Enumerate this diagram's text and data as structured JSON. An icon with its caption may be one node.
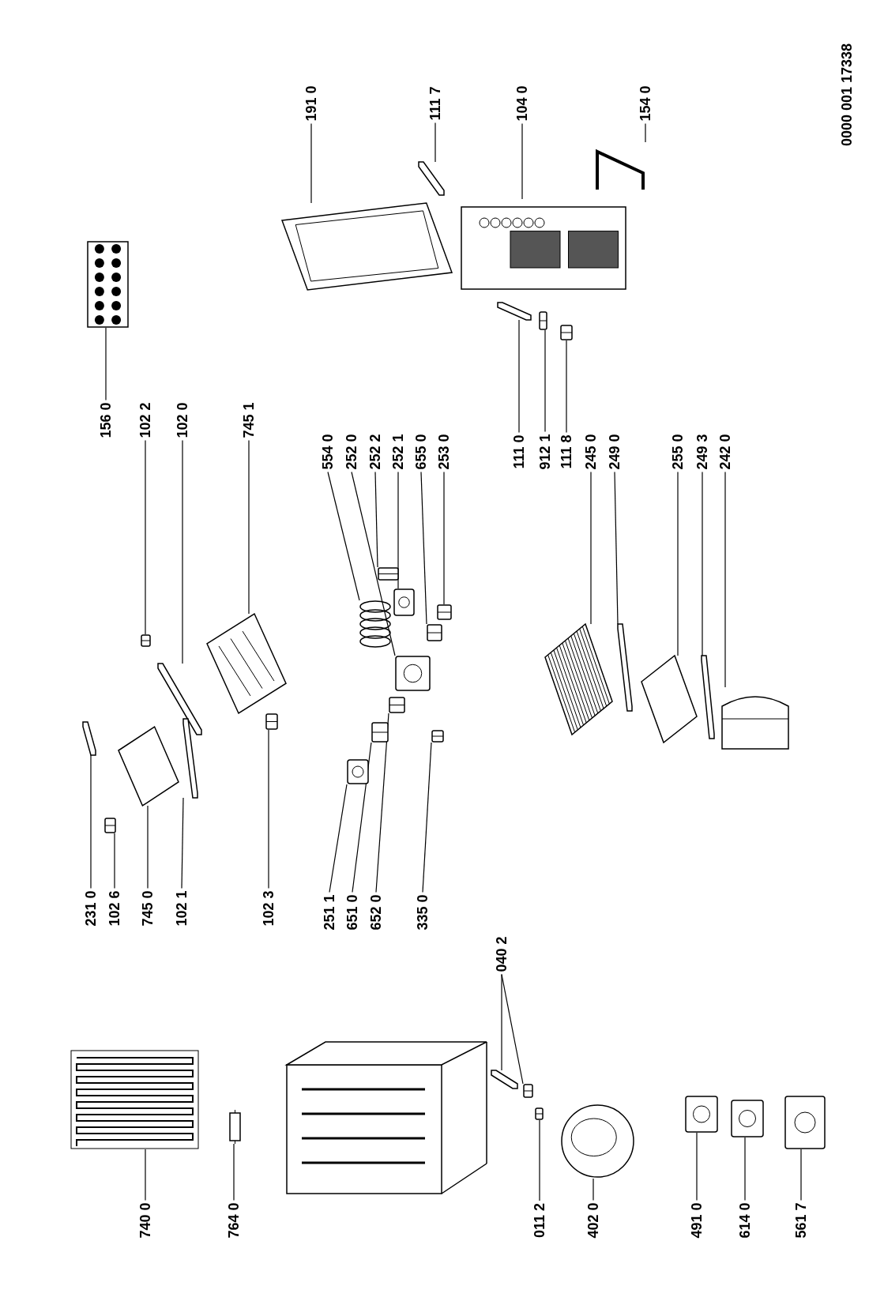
{
  "diagram": {
    "nodes": [
      {
        "text": [
          "191 0"
        ]
      },
      {
        "text": [],
        "shape": "picture"
      },
      {
        "text": [
          "111 7"
        ]
      },
      {
        "text": [],
        "shape": "picture"
      },
      {
        "text": [
          "104 0"
        ]
      },
      {
        "text": [],
        "shape": "picture"
      },
      {
        "text": [
          "154 0"
        ]
      },
      {
        "text": [],
        "shape": "picture"
      },
      {
        "text": [
          "156 0"
        ]
      },
      {
        "text": [],
        "shape": "picture"
      },
      {
        "text": [
          "102 2"
        ]
      },
      {
        "text": [],
        "shape": "picture"
      },
      {
        "text": [
          "102 0"
        ]
      },
      {
        "text": [],
        "shape": "picture"
      },
      {
        "text": [
          "745 1"
        ]
      },
      {
        "text": [],
        "shape": "picture"
      },
      {
        "text": [
          "554 0"
        ]
      },
      {
        "text": [],
        "shape": "picture"
      },
      {
        "text": [
          "252 0"
        ]
      },
      {
        "text": [],
        "shape": "picture"
      },
      {
        "text": [
          "252 2"
        ]
      },
      {
        "text": [],
        "shape": "picture"
      },
      {
        "text": [
          "252 1"
        ]
      },
      {
        "text": [],
        "shape": "picture"
      },
      {
        "text": [
          "655 0"
        ]
      },
      {
        "text": [],
        "shape": "picture"
      },
      {
        "text": [
          "253 0"
        ]
      },
      {
        "text": [],
        "shape": "picture"
      },
      {
        "text": [
          "111 0"
        ]
      },
      {
        "text": [],
        "shape": "picture"
      },
      {
        "text": [
          "912 1"
        ]
      },
      {
        "text": [],
        "shape": "picture"
      },
      {
        "text": [
          "111 8"
        ]
      },
      {
        "text": [],
        "shape": "picture"
      },
      {
        "text": [
          "245 0"
        ]
      },
      {
        "text": [],
        "shape": "picture"
      },
      {
        "text": [
          "249 0"
        ]
      },
      {
        "text": [],
        "shape": "picture"
      },
      {
        "text": [
          "255 0"
        ]
      },
      {
        "text": [],
        "shape": "picture"
      },
      {
        "text": [
          "249 3"
        ]
      },
      {
        "text": [],
        "shape": "picture"
      },
      {
        "text": [
          "242 0"
        ]
      },
      {
        "text": [],
        "shape": "picture"
      },
      {
        "text": [
          "231 0"
        ]
      },
      {
        "text": [],
        "shape": "picture"
      },
      {
        "text": [
          "102 6"
        ]
      },
      {
        "text": [],
        "shape": "picture"
      },
      {
        "text": [
          "745 0"
        ]
      },
      {
        "text": [],
        "shape": "picture"
      },
      {
        "text": [
          "102 1"
        ]
      },
      {
        "text": [],
        "shape": "picture"
      },
      {
        "text": [
          "102 3"
        ]
      },
      {
        "text": [],
        "shape": "picture"
      },
      {
        "text": [
          "251 1"
        ]
      },
      {
        "text": [],
        "shape": "picture"
      },
      {
        "text": [
          "651 0"
        ]
      },
      {
        "text": [],
        "shape": "picture"
      },
      {
        "text": [
          "652 0"
        ]
      },
      {
        "text": [],
        "shape": "picture"
      },
      {
        "text": [
          "335 0"
        ]
      },
      {
        "text": [],
        "shape": "picture"
      },
      {
        "text": [
          "040 2"
        ]
      },
      {
        "text": [],
        "shape": "picture"
      },
      {
        "text": [],
        "shape": "picture"
      },
      {
        "text": [
          "740 0"
        ]
      },
      {
        "text": [],
        "shape": "picture"
      },
      {
        "text": [
          "764 0"
        ]
      },
      {
        "text": [],
        "shape": "picture"
      },
      {
        "text": [
          "011 2"
        ]
      },
      {
        "text": [],
        "shape": "picture"
      },
      {
        "text": [
          "402 0"
        ]
      },
      {
        "text": [],
        "shape": "picture"
      },
      {
        "text": [
          "491 0"
        ]
      },
      {
        "text": [],
        "shape": "picture"
      },
      {
        "text": [
          "614 0"
        ]
      },
      {
        "text": [],
        "shape": "picture"
      },
      {
        "text": [
          "561 7"
        ]
      },
      {
        "text": [],
        "shape": "picture"
      }
    ],
    "edges": [
      {
        "from": 0,
        "to": 1,
        "arrow": "none"
      },
      {
        "from": 2,
        "to": 3,
        "arrow": "none"
      },
      {
        "from": 4,
        "to": 5,
        "arrow": "none"
      },
      {
        "from": 6,
        "to": 7,
        "arrow": "none"
      },
      {
        "from": 8,
        "to": 9,
        "arrow": "none"
      },
      {
        "from": 10,
        "to": 11,
        "arrow": "none"
      },
      {
        "from": 12,
        "to": 13,
        "arrow": "none"
      },
      {
        "from": 14,
        "to": 15,
        "arrow": "none"
      },
      {
        "from": 16,
        "to": 17,
        "arrow": "none"
      },
      {
        "from": 18,
        "to": 19,
        "arrow": "none"
      },
      {
        "from": 20,
        "to": 21,
        "arrow": "none"
      },
      {
        "from": 22,
        "to": 23,
        "arrow": "none"
      },
      {
        "from": 24,
        "to": 25,
        "arrow": "none"
      },
      {
        "from": 26,
        "to": 27,
        "arrow": "none"
      },
      {
        "from": 28,
        "to": 29,
        "arrow": "none"
      },
      {
        "from": 30,
        "to": 31,
        "arrow": "none"
      },
      {
        "from": 32,
        "to": 33,
        "arrow": "none"
      },
      {
        "from": 34,
        "to": 35,
        "arrow": "none"
      },
      {
        "from": 36,
        "to": 37,
        "arrow": "none"
      },
      {
        "from": 38,
        "to": 39,
        "arrow": "none"
      },
      {
        "from": 40,
        "to": 41,
        "arrow": "none"
      },
      {
        "from": 42,
        "to": 43,
        "arrow": "none"
      },
      {
        "from": 44,
        "to": 45,
        "arrow": "none"
      },
      {
        "from": 46,
        "to": 47,
        "arrow": "none"
      },
      {
        "from": 48,
        "to": 49,
        "arrow": "none"
      },
      {
        "from": 50,
        "to": 51,
        "arrow": "none"
      },
      {
        "from": 52,
        "to": 53,
        "arrow": "none"
      },
      {
        "from": 54,
        "to": 55,
        "arrow": "none"
      },
      {
        "from": 56,
        "to": 57,
        "arrow": "none"
      },
      {
        "from": 58,
        "to": 59,
        "arrow": "none"
      },
      {
        "from": 60,
        "to": 61,
        "arrow": "none"
      },
      {
        "from": 62,
        "to": 63,
        "arrow": "none"
      },
      {
        "from": 62,
        "to": 64,
        "arrow": "none"
      },
      {
        "from": 65,
        "to": 66,
        "arrow": "none"
      },
      {
        "from": 67,
        "to": 68,
        "arrow": "none"
      },
      {
        "from": 69,
        "to": 70,
        "arrow": "none"
      },
      {
        "from": 71,
        "to": 72,
        "arrow": "none"
      },
      {
        "from": 73,
        "to": 74,
        "arrow": "none"
      },
      {
        "from": 75,
        "to": 76,
        "arrow": "none"
      },
      {
        "from": 77,
        "to": 78,
        "arrow": "none"
      }
    ],
    "labels": [
      "0000 001 17338"
    ]
  }
}
